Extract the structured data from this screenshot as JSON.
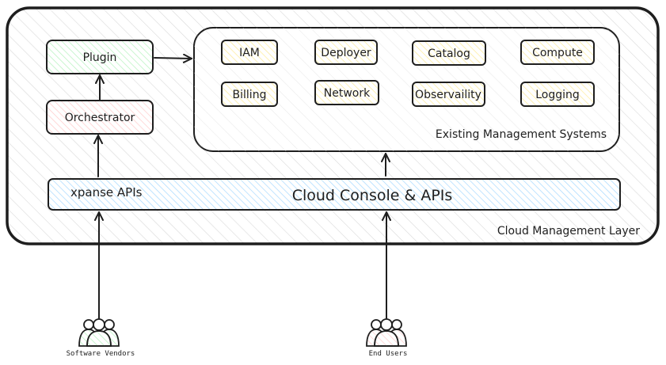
{
  "diagram": {
    "outer_layer_label": "Cloud Management Layer",
    "existing_systems_label": "Existing Management Systems",
    "plugin_label": "Plugin",
    "orchestrator_label": "Orchestrator",
    "xpanse_apis_label": "xpanse APIs",
    "console_label": "Cloud Console & APIs",
    "systems": [
      "IAM",
      "Deployer",
      "Catalog",
      "Compute",
      "Billing",
      "Network",
      "Observaility",
      "Logging"
    ],
    "actors": {
      "vendors_label": "Software Vendors",
      "users_label": "End Users"
    }
  },
  "colors": {
    "stroke": "#1e1e1e",
    "hatch": "#d6d6d6",
    "plugin_fill": "#b2f2bb",
    "orchestrator_fill": "#ffc9c9",
    "console_fill": "#a5d8ff",
    "system_fill": "#ffec99",
    "vendors_fill": "#b2f2bb",
    "users_fill": "#ffc9c9"
  }
}
